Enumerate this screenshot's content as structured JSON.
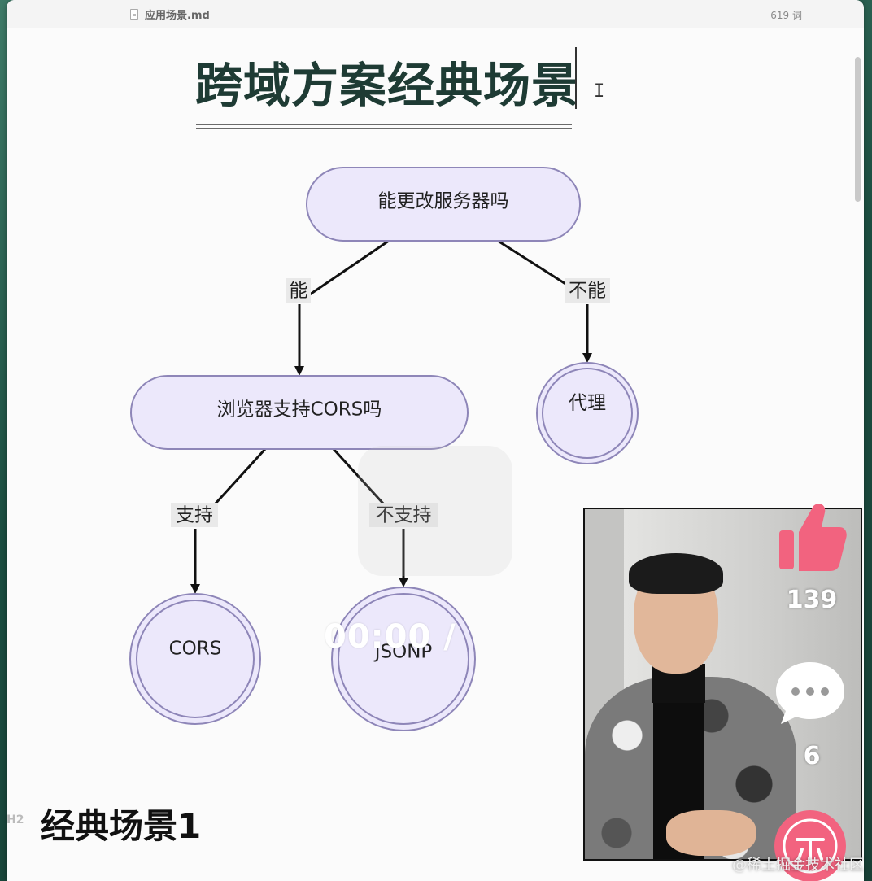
{
  "window": {
    "file_name": "应用场景.md",
    "word_count": "619 词"
  },
  "doc": {
    "title": "跨域方案经典场景",
    "h2_marker": "H2",
    "h2_text": "经典场景1"
  },
  "flowchart": {
    "nodes": {
      "root": "能更改服务器吗",
      "browser": "浏览器支持CORS吗",
      "proxy": "代理",
      "cors": "CORS",
      "jsonp": "JSONP"
    },
    "edges": {
      "yes": "能",
      "no": "不能",
      "support": "支持",
      "not_support": "不支持"
    }
  },
  "video": {
    "timer": "00:00 /"
  },
  "social": {
    "likes": "139",
    "comments": "6",
    "site": "@稀土掘金技术社区"
  },
  "colors": {
    "node_fill": "#ece8fb",
    "node_stroke": "#8e86b8",
    "like_pink": "#f2637f"
  }
}
